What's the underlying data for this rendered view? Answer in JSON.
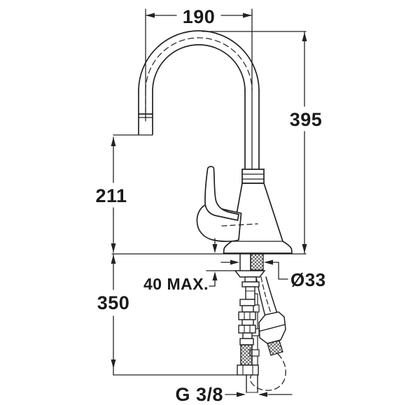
{
  "drawing": {
    "type": "faucet-installation-dimension-diagram",
    "background": "#ffffff",
    "line_color": "#222222",
    "text_color": "#1a1a1a"
  },
  "labels": {
    "spout_reach": "190",
    "total_height": "395",
    "outlet_height": "211",
    "hose_drop": "350",
    "max_deck_thickness": "40 MAX.",
    "hole_diameter": "Ø33",
    "supply_thread": "G 3/8"
  }
}
